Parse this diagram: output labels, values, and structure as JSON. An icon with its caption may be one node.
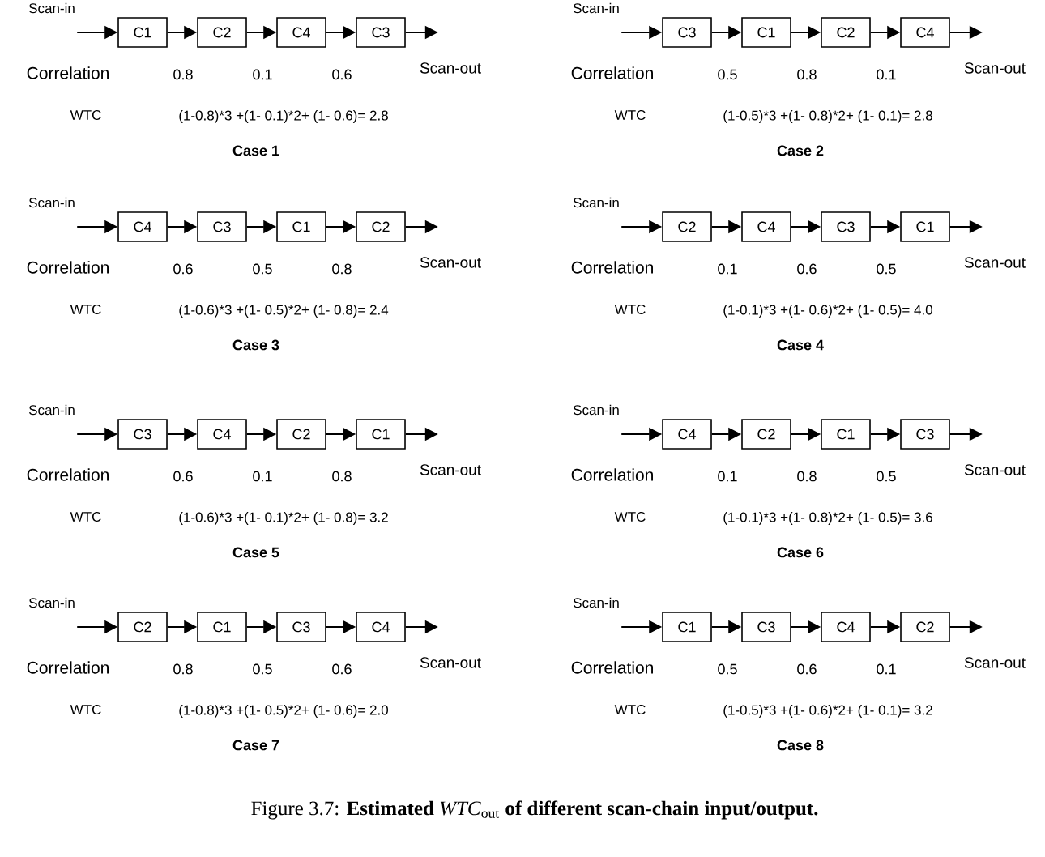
{
  "diagram": {
    "caption": "Figure 3.7: **Estimated** *WTC*$_{out}$ **of different scan-chain input/output.**",
    "nodes": [
      {
        "text": [
          "C1"
        ]
      },
      {
        "text": [
          "C2"
        ]
      },
      {
        "text": [
          "C4"
        ]
      },
      {
        "text": [
          "C3"
        ]
      },
      {
        "text": [
          "C3"
        ]
      },
      {
        "text": [
          "C1"
        ]
      },
      {
        "text": [
          "C2"
        ]
      },
      {
        "text": [
          "C4"
        ]
      },
      {
        "text": [
          "C4"
        ]
      },
      {
        "text": [
          "C3"
        ]
      },
      {
        "text": [
          "C1"
        ]
      },
      {
        "text": [
          "C2"
        ]
      },
      {
        "text": [
          "C2"
        ]
      },
      {
        "text": [
          "C4"
        ]
      },
      {
        "text": [
          "C3"
        ]
      },
      {
        "text": [
          "C1"
        ]
      },
      {
        "text": [
          "C3"
        ]
      },
      {
        "text": [
          "C4"
        ]
      },
      {
        "text": [
          "C2"
        ]
      },
      {
        "text": [
          "C1"
        ]
      },
      {
        "text": [
          "C4"
        ]
      },
      {
        "text": [
          "C2"
        ]
      },
      {
        "text": [
          "C1"
        ]
      },
      {
        "text": [
          "C3"
        ]
      },
      {
        "text": [
          "C2"
        ]
      },
      {
        "text": [
          "C1"
        ]
      },
      {
        "text": [
          "C3"
        ]
      },
      {
        "text": [
          "C4"
        ]
      },
      {
        "text": [
          "C1"
        ]
      },
      {
        "text": [
          "C3"
        ]
      },
      {
        "text": [
          "C4"
        ]
      },
      {
        "text": [
          "C2"
        ]
      }
    ],
    "edges": [
      {
        "from": null,
        "to": 0,
        "arrow": "to"
      },
      {
        "from": 0,
        "to": 1,
        "arrow": "to"
      },
      {
        "from": 1,
        "to": 2,
        "arrow": "to"
      },
      {
        "from": 2,
        "to": 3,
        "arrow": "to"
      },
      {
        "from": 3,
        "to": null,
        "arrow": "to"
      },
      {
        "from": null,
        "to": 4,
        "arrow": "to"
      },
      {
        "from": 4,
        "to": 5,
        "arrow": "to"
      },
      {
        "from": 5,
        "to": 6,
        "arrow": "to"
      },
      {
        "from": 6,
        "to": 7,
        "arrow": "to"
      },
      {
        "from": 7,
        "to": null,
        "arrow": "to"
      },
      {
        "from": null,
        "to": 8,
        "arrow": "to"
      },
      {
        "from": 8,
        "to": 9,
        "arrow": "to"
      },
      {
        "from": 9,
        "to": 10,
        "arrow": "to"
      },
      {
        "from": 10,
        "to": 11,
        "arrow": "to"
      },
      {
        "from": 11,
        "to": null,
        "arrow": "to"
      },
      {
        "from": null,
        "to": 12,
        "arrow": "to"
      },
      {
        "from": 12,
        "to": 13,
        "arrow": "to"
      },
      {
        "from": 13,
        "to": 14,
        "arrow": "to"
      },
      {
        "from": 14,
        "to": 15,
        "arrow": "to"
      },
      {
        "from": 15,
        "to": null,
        "arrow": "to"
      },
      {
        "from": null,
        "to": 16,
        "arrow": "to"
      },
      {
        "from": 16,
        "to": 17,
        "arrow": "to"
      },
      {
        "from": 17,
        "to": 18,
        "arrow": "to"
      },
      {
        "from": 18,
        "to": 19,
        "arrow": "to"
      },
      {
        "from": 19,
        "to": null,
        "arrow": "to"
      },
      {
        "from": null,
        "to": 20,
        "arrow": "to"
      },
      {
        "from": 20,
        "to": 21,
        "arrow": "to"
      },
      {
        "from": 21,
        "to": 22,
        "arrow": "to"
      },
      {
        "from": 22,
        "to": 23,
        "arrow": "to"
      },
      {
        "from": 23,
        "to": null,
        "arrow": "to"
      },
      {
        "from": null,
        "to": 24,
        "arrow": "to"
      },
      {
        "from": 24,
        "to": 25,
        "arrow": "to"
      },
      {
        "from": 25,
        "to": 26,
        "arrow": "to"
      },
      {
        "from": 26,
        "to": 27,
        "arrow": "to"
      },
      {
        "from": 27,
        "to": null,
        "arrow": "to"
      },
      {
        "from": null,
        "to": 28,
        "arrow": "to"
      },
      {
        "from": 28,
        "to": 29,
        "arrow": "to"
      },
      {
        "from": 29,
        "to": 30,
        "arrow": "to"
      },
      {
        "from": 30,
        "to": 31,
        "arrow": "to"
      },
      {
        "from": 31,
        "to": null,
        "arrow": "to"
      }
    ],
    "labels": [
      "Scan-in",
      "Correlation",
      "0.8",
      "0.1",
      "0.6",
      "Scan-out",
      "WTC",
      "(1-0.8)*3 +(1- 0.1)*2+ (1- 0.6)= 2.8",
      "Case 1",
      "Scan-in",
      "Correlation",
      "0.5",
      "0.8",
      "0.1",
      "Scan-out",
      "WTC",
      "(1-0.5)*3 +(1- 0.8)*2+ (1- 0.1)= 2.8",
      "Case 2",
      "Scan-in",
      "Correlation",
      "0.6",
      "0.5",
      "0.8",
      "Scan-out",
      "WTC",
      "(1-0.6)*3 +(1- 0.5)*2+ (1- 0.8)= 2.4",
      "Case 3",
      "Scan-in",
      "Correlation",
      "0.1",
      "0.6",
      "0.5",
      "Scan-out",
      "WTC",
      "(1-0.1)*3 +(1- 0.6)*2+ (1- 0.5)= 4.0",
      "Case 4",
      "Scan-in",
      "Correlation",
      "0.6",
      "0.1",
      "0.8",
      "Scan-out",
      "WTC",
      "(1-0.6)*3 +(1- 0.1)*2+ (1- 0.8)= 3.2",
      "Case 5",
      "Scan-in",
      "Correlation",
      "0.1",
      "0.8",
      "0.5",
      "Scan-out",
      "WTC",
      "(1-0.1)*3 +(1- 0.8)*2+ (1- 0.5)= 3.6",
      "Case 6",
      "Scan-in",
      "Correlation",
      "0.8",
      "0.5",
      "0.6",
      "Scan-out",
      "WTC",
      "(1-0.8)*3 +(1- 0.5)*2+ (1- 0.6)= 2.0",
      "Case 7",
      "Scan-in",
      "Correlation",
      "0.5",
      "0.6",
      "0.1",
      "Scan-out",
      "WTC",
      "(1-0.5)*3 +(1- 0.6)*2+ (1- 0.1)= 3.2",
      "Case 8"
    ]
  }
}
